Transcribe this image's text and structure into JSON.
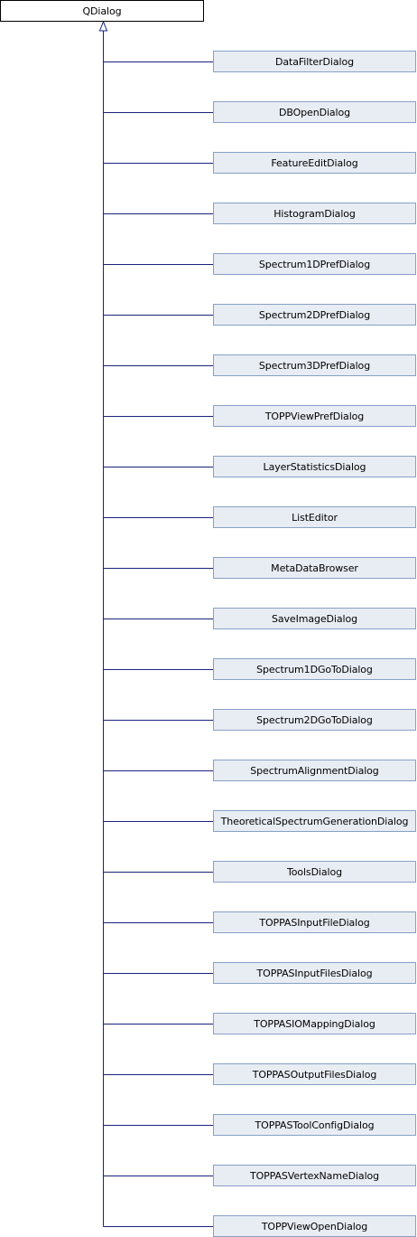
{
  "diagram": {
    "base_class": "QDialog",
    "colors": {
      "edge": "#1a237e",
      "child_fill": "#e8edf4",
      "child_border": "#87a0c6",
      "base_fill": "#ffffff",
      "base_border": "#000000"
    },
    "derived_classes": [
      "DataFilterDialog",
      "DBOpenDialog",
      "FeatureEditDialog",
      "HistogramDialog",
      "Spectrum1DPrefDialog",
      "Spectrum2DPrefDialog",
      "Spectrum3DPrefDialog",
      "TOPPViewPrefDialog",
      "LayerStatisticsDialog",
      "ListEditor",
      "MetaDataBrowser",
      "SaveImageDialog",
      "Spectrum1DGoToDialog",
      "Spectrum2DGoToDialog",
      "SpectrumAlignmentDialog",
      "TheoreticalSpectrumGenerationDialog",
      "ToolsDialog",
      "TOPPASInputFileDialog",
      "TOPPASInputFilesDialog",
      "TOPPASIOMappingDialog",
      "TOPPASOutputFilesDialog",
      "TOPPASToolConfigDialog",
      "TOPPASVertexNameDialog",
      "TOPPViewOpenDialog"
    ]
  }
}
